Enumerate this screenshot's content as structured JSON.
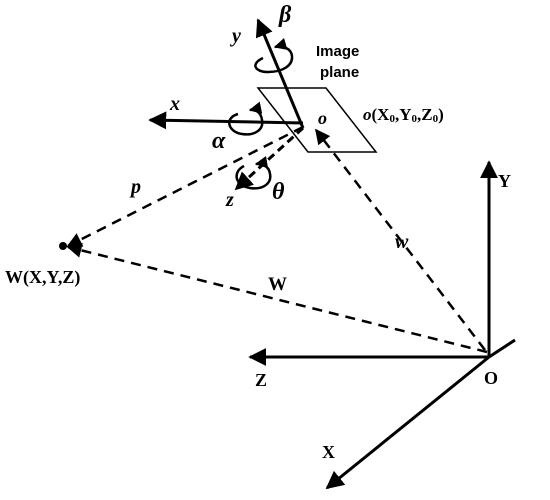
{
  "labels": {
    "image_plane_line1": "Image",
    "image_plane_line2": "plane",
    "camera_x": "x",
    "camera_y": "y",
    "camera_z": "z",
    "origin_o": "o",
    "alpha": "α",
    "beta": "β",
    "theta": "θ",
    "o_coords_prefix": "o",
    "o_coords_rest": "(X",
    "o_coords_0a": "0",
    "o_coords_mid1": ",Y",
    "o_coords_0b": "0",
    "o_coords_mid2": ",Z",
    "o_coords_0c": "0",
    "o_coords_end": ")",
    "vector_p": "p",
    "vector_w": "w",
    "vector_W": "W",
    "point_W": "W(X,Y,Z)",
    "world_X": "X",
    "world_Y": "Y",
    "world_Z": "Z",
    "world_O": "O"
  },
  "colors": {
    "stroke": "#000000",
    "plane_fill": "#ffffff",
    "background": "#ffffff"
  }
}
